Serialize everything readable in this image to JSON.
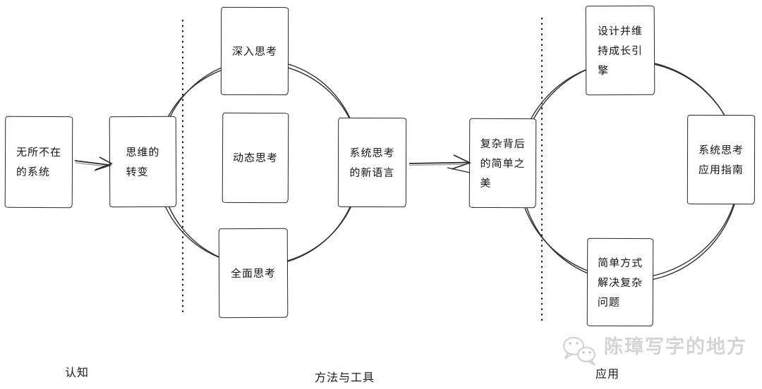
{
  "diagram": {
    "nodes": {
      "ubiquitous": "无所不在\n的系统",
      "shift": "思维的\n转变",
      "deep": "深入思考",
      "dynamic": "动态思考",
      "holistic": "全面思考",
      "language": "系统思考\n的新语言",
      "beauty": "复杂背后\n的简单之\n美",
      "engine": "设计并维\n持成长引\n擎",
      "guide": "系统思考\n应用指南",
      "simple": "简单方式\n解决复杂\n问题"
    },
    "sections": {
      "cognition": "认知",
      "methods_tools": "方法与工具",
      "application": "应用"
    },
    "watermark": {
      "text": "陈璋写字的地方",
      "icon": "wechat-icon"
    },
    "colors": {
      "ink": "#262626",
      "secondary_line": "#9a9a9a",
      "watermark": "#d4d4d4",
      "background": "#ffffff"
    }
  }
}
